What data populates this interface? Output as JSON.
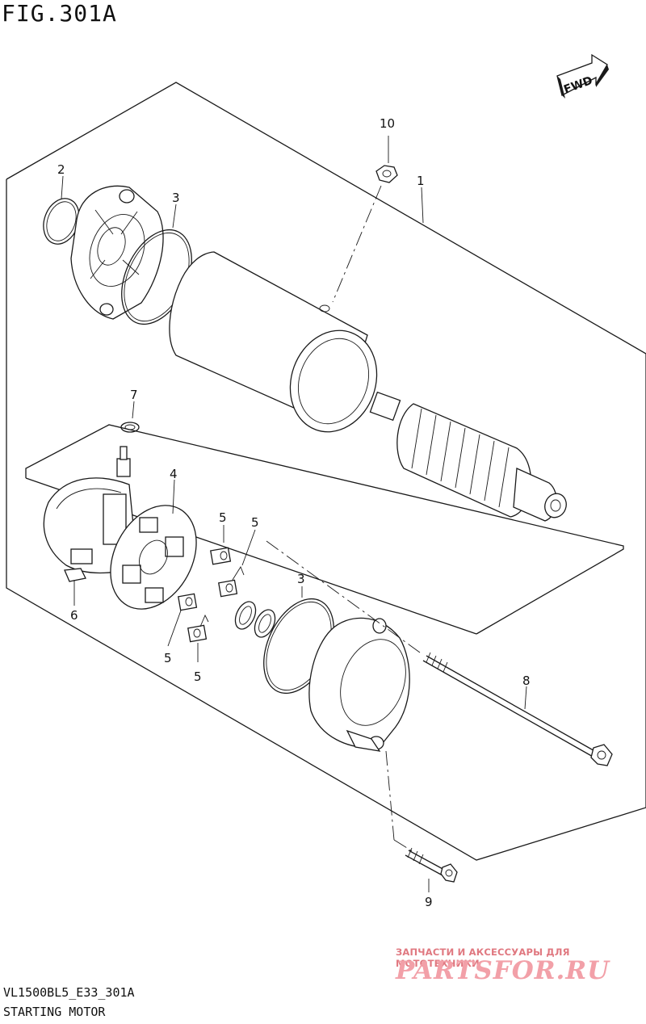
{
  "figure": {
    "title": "FIG.301A"
  },
  "footer": {
    "code": "VL1500BL5_E33_301A",
    "name": "STARTING MOTOR"
  },
  "watermark": {
    "line1": "ЗАПЧАСТИ И АКСЕССУАРЫ ДЛЯ МОТОТЕХНИКИ",
    "brand": "PARTSFOR.RU",
    "color": "#f2a0a8"
  },
  "direction_marker": {
    "label": "FWD",
    "icon": "fwd-arrow-icon"
  },
  "callouts": {
    "c1": "1",
    "c2": "2",
    "c3a": "3",
    "c3b": "3",
    "c4": "4",
    "c5a": "5",
    "c5b": "5",
    "c5c": "5",
    "c5d": "5",
    "c6": "6",
    "c7": "7",
    "c8": "8",
    "c9": "9",
    "c10": "10"
  }
}
